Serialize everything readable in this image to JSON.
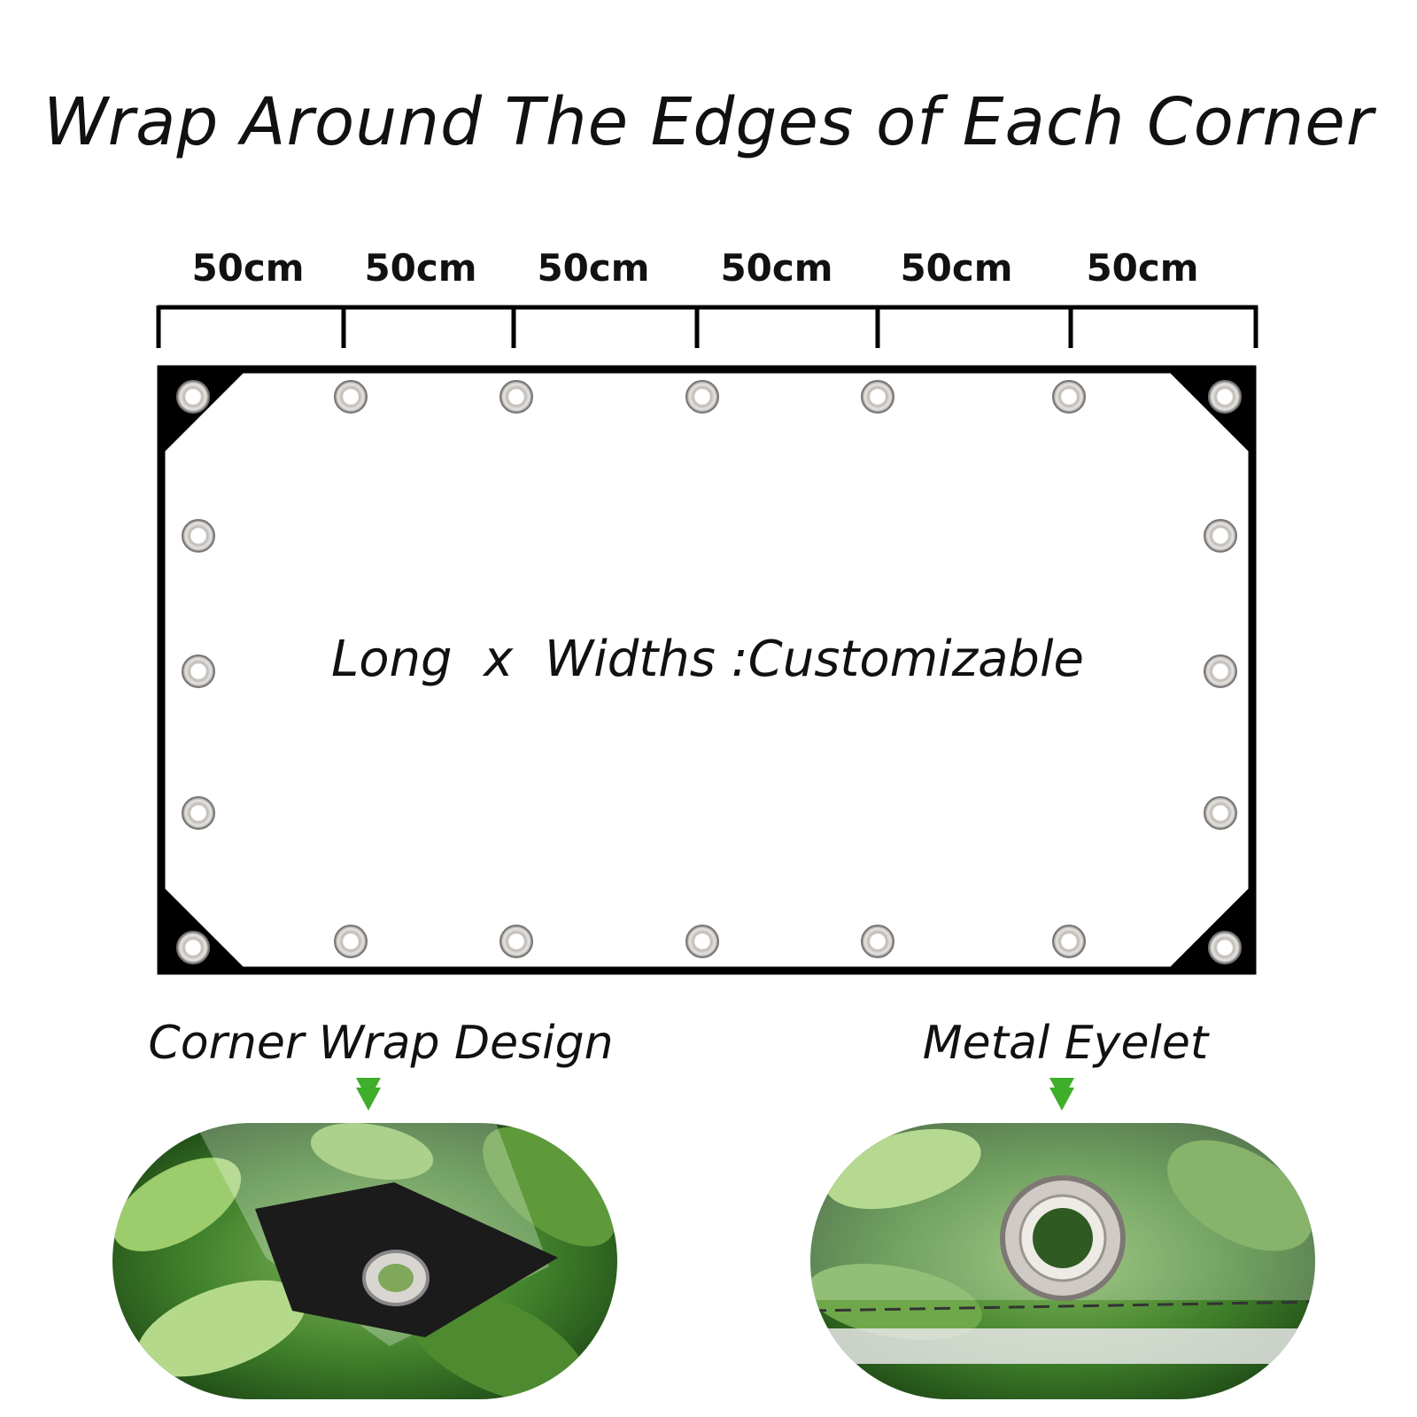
{
  "title": "Wrap Around The Edges of Each Corner",
  "dimensions": [
    "50cm",
    "50cm",
    "50cm",
    "50cm",
    "50cm",
    "50cm"
  ],
  "center_text": "Long  x  Widths :Customizable",
  "callouts": [
    {
      "label": "Corner Wrap Design",
      "icon": "green-down-arrow-icon"
    },
    {
      "label": "Metal Eyelet",
      "icon": "green-down-arrow-icon"
    }
  ],
  "colors": {
    "frame": "#000000",
    "arrow": "#3fae2a",
    "leaf": "#3f7f2a"
  }
}
